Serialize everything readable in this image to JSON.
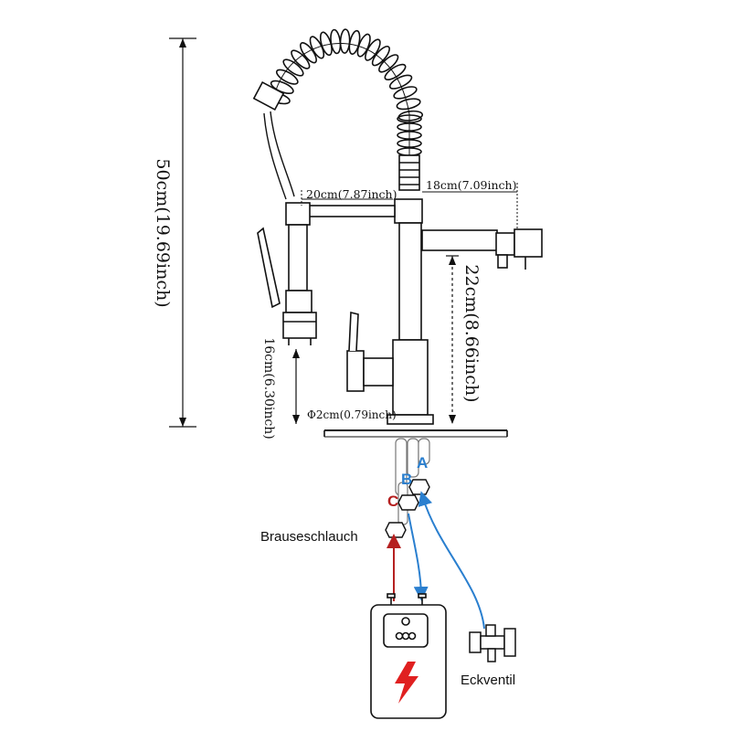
{
  "dimensions": {
    "total_height": "50cm(19.69inch)",
    "spout_reach": "20cm(7.87inch)",
    "arm_reach": "18cm(7.09inch)",
    "spout_height": "22cm(8.66inch)",
    "sprayer_height": "16cm(6.30inch)",
    "hole_diameter": "Φ2cm(0.79inch)"
  },
  "labels": {
    "shower_hose": "Brauseschlauch",
    "angle_valve": "Eckventil"
  },
  "ports": {
    "a": "A",
    "b": "B",
    "c": "C"
  },
  "colors": {
    "hot": "#b52020",
    "cold": "#2a7fcf",
    "line": "#111111",
    "warning": "#e02020"
  }
}
